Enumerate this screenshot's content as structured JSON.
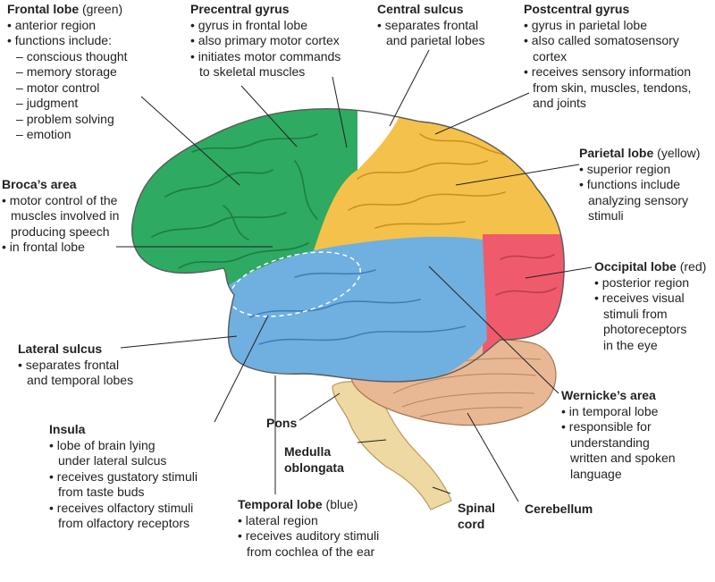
{
  "labels": {
    "frontal": {
      "title": "Frontal lobe",
      "note": "(green)",
      "lines": [
        "anterior region",
        "functions include:"
      ],
      "subs": [
        "conscious thought",
        "memory storage",
        "motor control",
        "judgment",
        "problem solving",
        "emotion"
      ]
    },
    "precentral": {
      "title": "Precentral gyrus",
      "lines": [
        "gyrus in frontal lobe",
        "also primary motor cortex",
        "initiates motor commands",
        "to skeletal muscles"
      ]
    },
    "central": {
      "title": "Central sulcus",
      "lines": [
        "separates frontal",
        "and parietal lobes"
      ]
    },
    "postcentral": {
      "title": "Postcentral gyrus",
      "lines": [
        "gyrus in parietal lobe",
        "also called somatosensory",
        "cortex",
        "receives sensory information",
        "from skin, muscles, tendons,",
        "and joints"
      ]
    },
    "broca": {
      "title": "Broca’s area",
      "lines": [
        "motor control of the",
        "muscles involved in",
        "producing speech",
        "in frontal lobe"
      ]
    },
    "parietal": {
      "title": "Parietal lobe",
      "note": "(yellow)",
      "lines": [
        "superior region",
        "functions include",
        "analyzing sensory",
        "stimuli"
      ]
    },
    "occipital": {
      "title": "Occipital lobe",
      "note": "(red)",
      "lines": [
        "posterior region",
        "receives visual",
        "stimuli from",
        "photoreceptors",
        "in the eye"
      ]
    },
    "lateral": {
      "title": "Lateral sulcus",
      "lines": [
        "separates frontal",
        "and temporal lobes"
      ]
    },
    "wernicke": {
      "title": "Wernicke’s area",
      "lines": [
        "in temporal lobe",
        "responsible for",
        "understanding",
        "written and spoken",
        "language"
      ]
    },
    "insula": {
      "title": "Insula",
      "lines": [
        "lobe of brain lying",
        "under lateral sulcus",
        "receives gustatory stimuli",
        "from taste buds",
        "receives olfactory stimuli",
        "from olfactory receptors"
      ]
    },
    "pons": {
      "title": "Pons"
    },
    "medulla": {
      "title": "Medulla",
      "title2": "oblongata"
    },
    "temporal": {
      "title": "Temporal lobe",
      "note": "(blue)",
      "lines": [
        "lateral region",
        "receives auditory stimuli",
        "from cochlea of the ear"
      ]
    },
    "spinal": {
      "title": "Spinal",
      "title2": "cord"
    },
    "cerebellum": {
      "title": "Cerebellum"
    }
  },
  "colors": {
    "frontal": "#2eaa62",
    "parietal": "#f4c24a",
    "temporal": "#6fb0e0",
    "occipital": "#ef5b6c",
    "cerebellum": "#e8b894",
    "stem": "#eed9a2",
    "leader": "#231f20"
  }
}
